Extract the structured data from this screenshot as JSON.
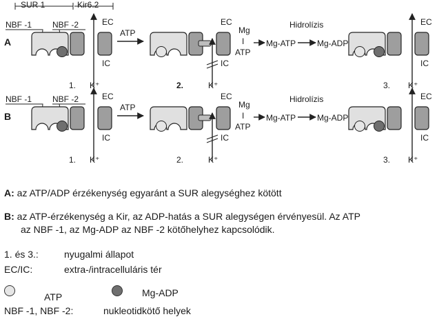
{
  "top_labels": {
    "sur": "SUR 1",
    "kir": "Kir6.2"
  },
  "rows": [
    {
      "letter": "A",
      "nbf1": "NBF -1",
      "nbf2": "NBF -2",
      "ec": "EC",
      "ic": "IC",
      "atp": "ATP",
      "mg": "Mg",
      "bar": "I",
      "mg_atp_label": "ATP",
      "hydro": "Hidrolízis",
      "mg_atp": "Mg-ATP",
      "mg_adp": "Mg-ADP",
      "k": "K⁺",
      "steps": [
        "1.",
        "2.",
        "3."
      ]
    },
    {
      "letter": "B",
      "nbf1": "NBF -1",
      "nbf2": "NBF -2",
      "ec": "EC",
      "ic": "IC",
      "atp": "ATP",
      "mg": "Mg",
      "bar": "I",
      "mg_atp_label": "ATP",
      "hydro": "Hidrolízis",
      "mg_atp": "Mg-ATP",
      "mg_adp": "Mg-ADP",
      "k": "K⁺",
      "steps": [
        "1.",
        "2.",
        "3."
      ]
    }
  ],
  "legend": {
    "a_key": "A:",
    "a_text": "az ATP/ADP érzékenység egyaránt a SUR alegységhez kötött",
    "b_key": "B:",
    "b_text1": "az ATP-érzékenység a Kir, az ADP-hatás a SUR alegységen érvényesül. Az ATP",
    "b_text2": "az NBF -1, az Mg-ADP az NBF -2 kötőhelyhez kapcsolódik.",
    "rest_key": "1. és 3.:",
    "rest_text": "nyugalmi állapot",
    "ecic_key": "EC/IC:",
    "ecic_text": "extra-/intracelluláris tér",
    "atp_label": "ATP",
    "mgadp_label": "Mg-ADP",
    "nbf_key": "NBF -1, NBF -2:",
    "nbf_text": "nukleotidkötő helyek"
  },
  "colors": {
    "body": "#e0e0e0",
    "kir": "#9e9e9e",
    "atp_dot": "#e6e6e6",
    "mgadp_dot": "#6f6f6f",
    "line": "#222222"
  }
}
